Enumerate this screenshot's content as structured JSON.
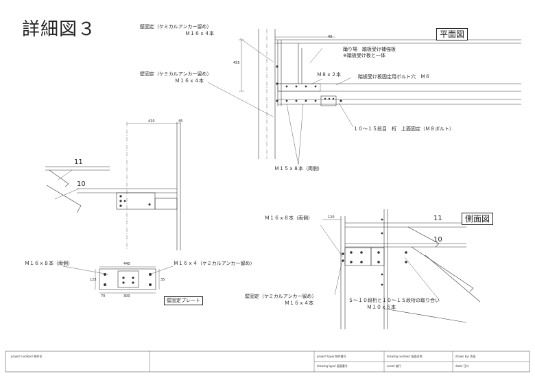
{
  "title": "詳細図３",
  "view_labels": {
    "plan": "平面図",
    "side": "側面図"
  },
  "plan_notes": {
    "wall_fix_1_line1": "壁固定（ケミカルアンカー留め）",
    "wall_fix_1_line2": "Ｍ１６ｘ４本",
    "wall_fix_2_line1": "壁固定（ケミカルアンカー留め）",
    "wall_fix_2_line2": "Ｍ１６ｘ４本",
    "landing_line1": "踊り場　踏板受け補強板",
    "landing_line2": "※踏板受け板と一体",
    "m8": "Ｍ８ｘ２本",
    "bolt_hole": "踏板受け板固定用ボルト穴　Ｍ６",
    "steps": "１０～１５段目　桁　上面固定（Ｍ８ボルト）",
    "m15": "Ｍ１５ｘ８本（両側）",
    "dim_40": "40",
    "dim_455": "455"
  },
  "left_detail": {
    "dim_410": "410",
    "dim_45": "45",
    "step_11": "11",
    "step_10": "10",
    "note_left": "Ｍ１６ｘ８本（両側）",
    "note_right": "Ｍ１６ｘ４（ケミカルアンカー留め）",
    "dim_440": "440",
    "dim_300": "300",
    "dim_70": "70",
    "dim_125": "125",
    "dim_35": "35",
    "plate_label": "壁固定プレート"
  },
  "side_detail": {
    "note_top": "Ｍ１６ｘ８本（両側）",
    "dim_120": "120",
    "step_11": "11",
    "step_10": "10",
    "wall_line1": "壁固定（ケミカルアンカー留め）",
    "wall_line2": "Ｍ１６ｘ４本",
    "join_line1": "５～１０段桁と１０～１５段桁の取り合い",
    "join_line2": "Ｍ１０ｘ６本"
  },
  "title_block": {
    "project_number": "project number/ 物件名",
    "project_type": "project type/ 物件番号",
    "drawing_number": "drawing number/ 図面名称",
    "drawn_by": "drawn by/ 作図",
    "drawing_type": "drawing type/ 図面番号",
    "scale": "scale/ 縮尺",
    "date": "date/ 日付"
  }
}
